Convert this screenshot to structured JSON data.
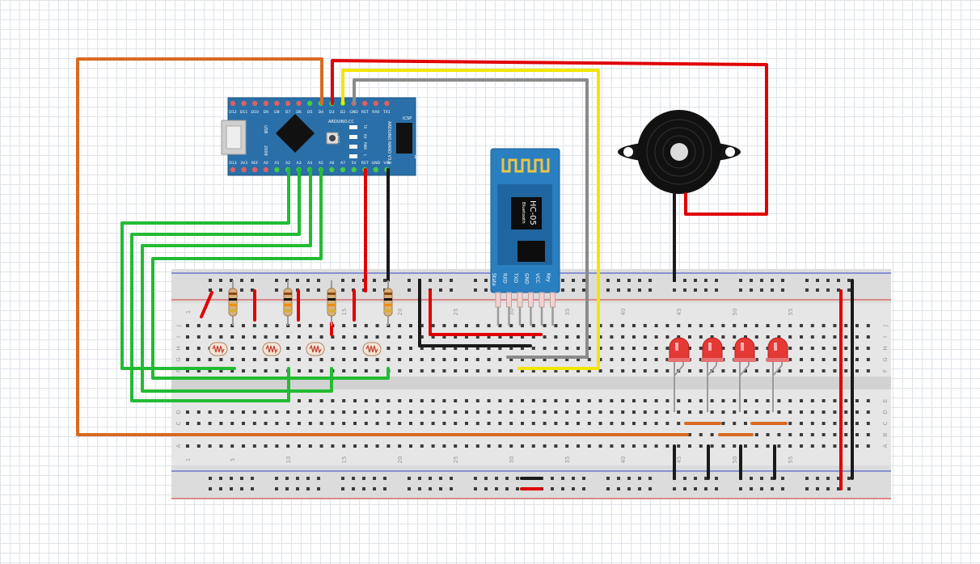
{
  "arduino": {
    "top_pins": [
      "D12",
      "D11",
      "D10",
      "D9",
      "D8",
      "D7",
      "D6",
      "D5",
      "D4",
      "D3",
      "D2",
      "GND",
      "RST",
      "RX0",
      "TX1"
    ],
    "bottom_pins": [
      "D13",
      "3V3",
      "REF",
      "A0",
      "A1",
      "A2",
      "A3",
      "A4",
      "A5",
      "A6",
      "A7",
      "5V",
      "RST",
      "GND",
      "VIN"
    ],
    "usb_label": "USB",
    "brand": "ARDUINO.CC",
    "model": "ARDUINO NANO V3.0",
    "rst_label": "RST",
    "icsp_label": "ICSP",
    "year": "2009",
    "led_labels": [
      "TX",
      "RX",
      "PWR",
      "L"
    ],
    "icsp_pin1": "1"
  },
  "bluetooth": {
    "model": "HC-05",
    "subtitle": "Bluetooth",
    "pins": [
      "State",
      "RXD",
      "TXD",
      "GND",
      "VCC",
      "Key"
    ]
  },
  "breadboard": {
    "column_numbers": [
      "1",
      "5",
      "10",
      "15",
      "20",
      "25",
      "30",
      "35",
      "40",
      "45",
      "50",
      "55"
    ],
    "row_letters_top": [
      "J",
      "I",
      "H",
      "G",
      "F"
    ],
    "row_letters_bottom": [
      "E",
      "D",
      "C",
      "B",
      "A"
    ]
  },
  "components": {
    "ldr_count": 4,
    "resistor_count": 4,
    "led_count": 4,
    "led_color": "#e53935",
    "buzzer": "piezo buzzer"
  },
  "colors": {
    "orange_wire": "#d86a22",
    "red_wire": "#e00000",
    "yellow_wire": "#f2e600",
    "gray_wire": "#8a8a8a",
    "green_wire": "#22bb33",
    "black_wire": "#1a1a1a",
    "arduino_board": "#2a6fa8",
    "bt_board": "#2a7fc0"
  }
}
